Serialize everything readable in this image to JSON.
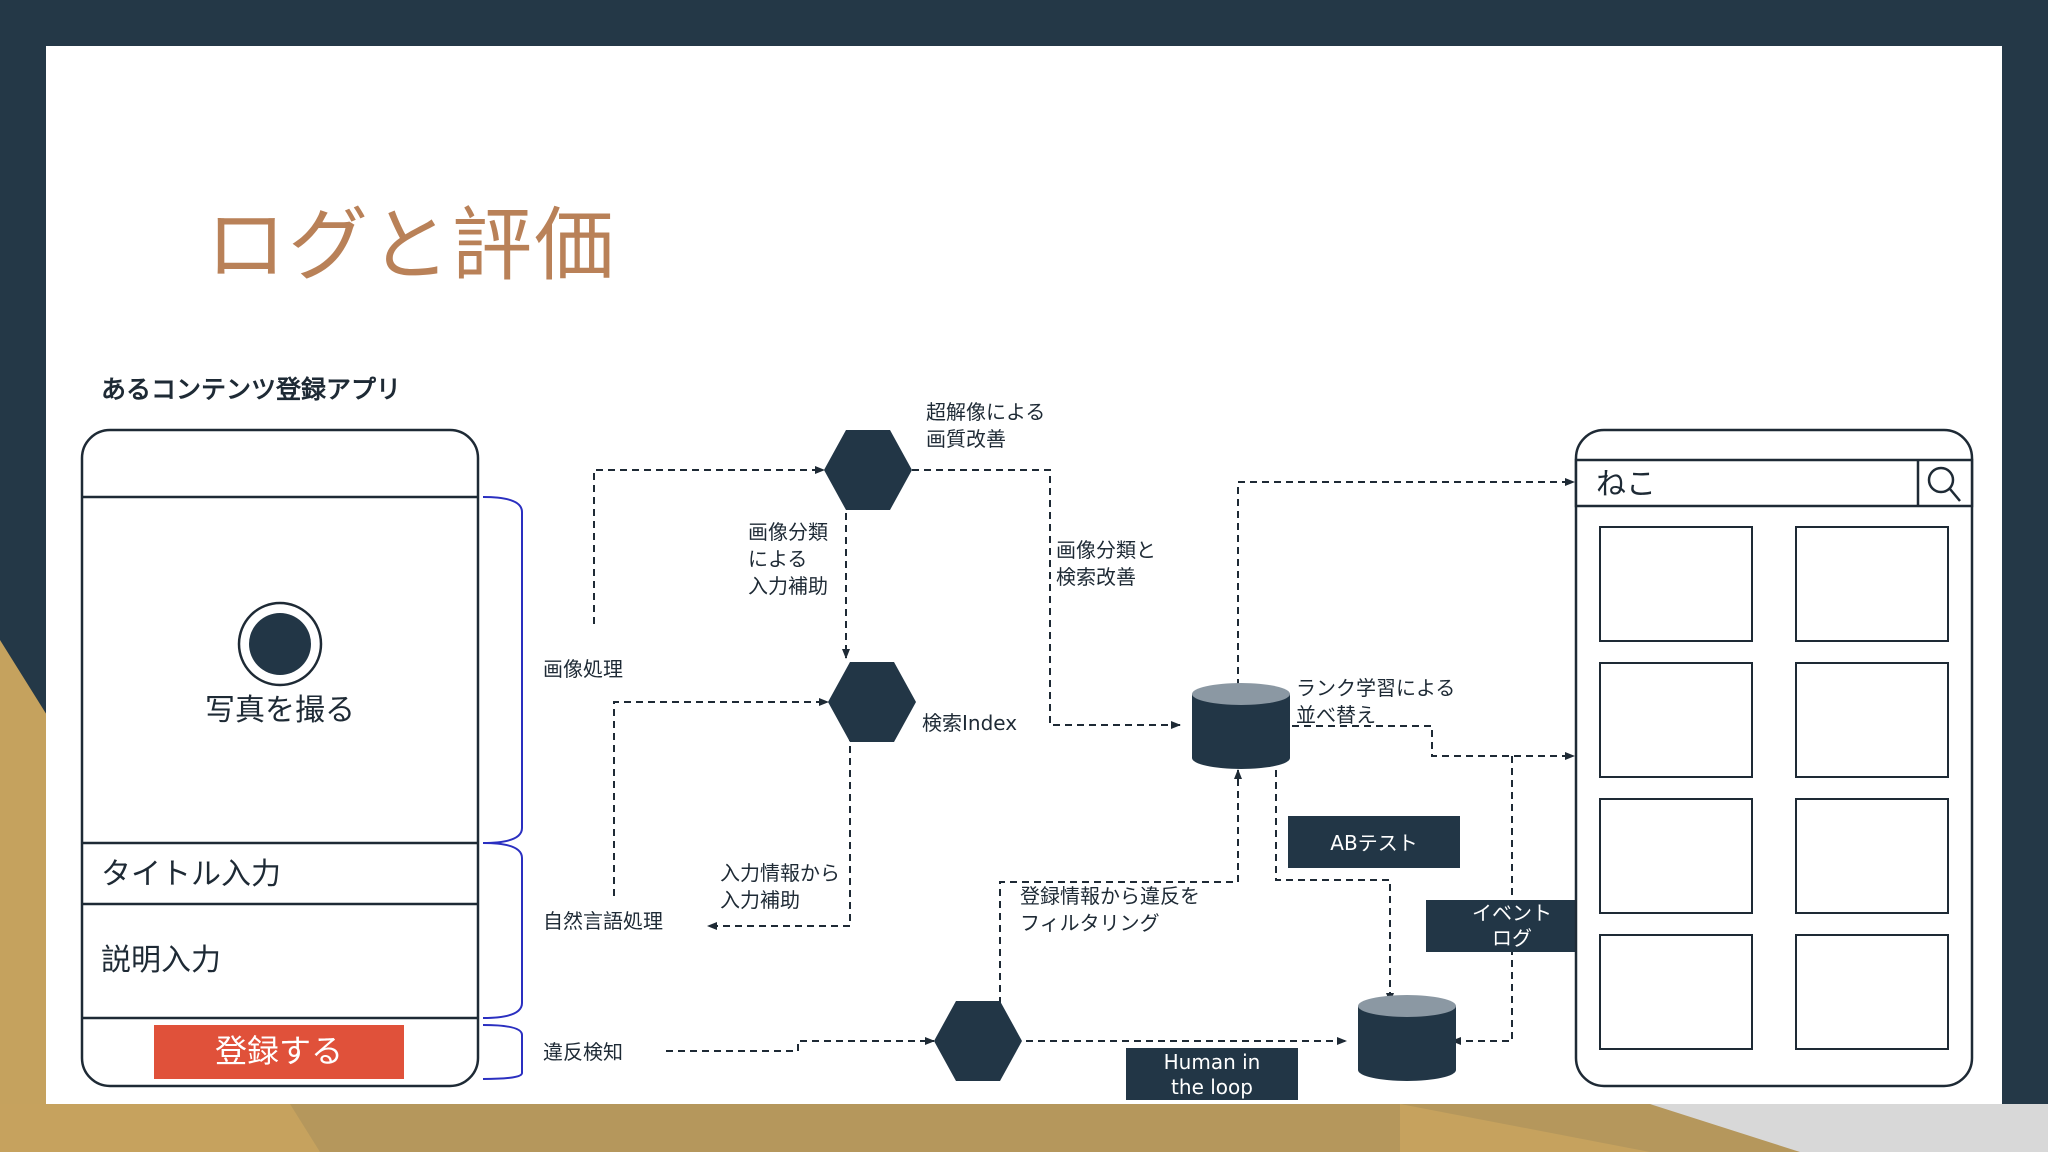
{
  "slide": {
    "title": "ログと評価"
  },
  "app": {
    "caption": "あるコンテンツ登録アプリ",
    "photo_label": "写真を撮る",
    "title_field": "タイトル入力",
    "description_field": "説明入力",
    "submit_button": "登録する"
  },
  "flow": {
    "image_processing": "画像処理",
    "nlp": "自然言語処理",
    "violation_detection": "違反検知",
    "superres_1": "超解像による",
    "superres_2": "画質改善",
    "image_classify_1": "画像分類",
    "image_classify_2": "による",
    "image_classify_3": "入力補助",
    "search_index": "検索Index",
    "classify_search_1": "画像分類と",
    "classify_search_2": "検索改善",
    "input_info_1": "入力情報から",
    "input_info_2": "入力補助",
    "rank_1": "ランク学習による",
    "rank_2": "並べ替え",
    "abtest": "ABテスト",
    "filter_1": "登録情報から違反を",
    "filter_2": "フィルタリング",
    "event_1": "イベント",
    "event_2": "ログ",
    "hitl_1": "Human in",
    "hitl_2": "the loop"
  },
  "search_app": {
    "query": "ねこ",
    "search_icon": "magnifier-icon"
  },
  "colors": {
    "dark": "#223646",
    "title": "#b98158",
    "button": "#e0513a",
    "bracket": "#2a2fc0",
    "gold": "#c5a25e"
  }
}
